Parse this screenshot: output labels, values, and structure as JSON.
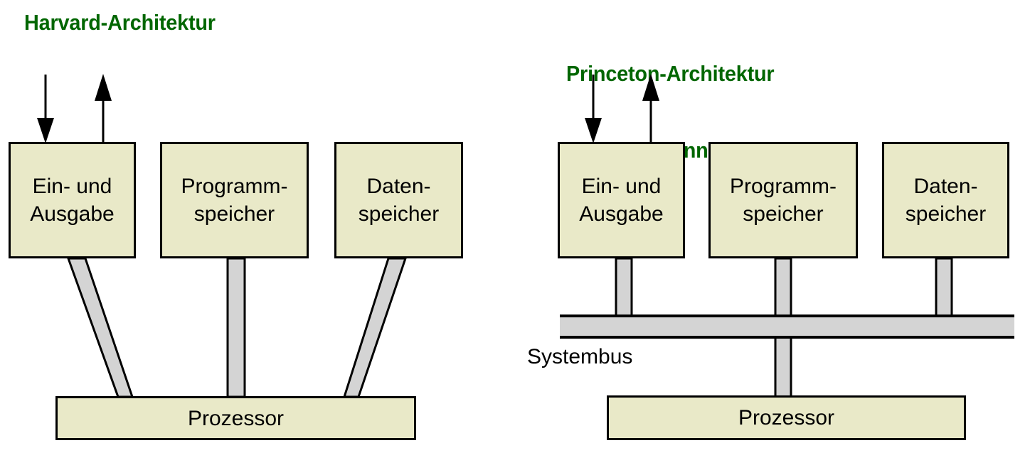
{
  "diagram": {
    "type": "block-diagram",
    "background_color": "#FFFFFF",
    "box_fill_color": "#E9E9C8",
    "box_border_color": "#000000",
    "bus_fill_color": "#D4D4D4",
    "title_color": "#006600",
    "panels": [
      {
        "id": "harvard",
        "title_line1": "Harvard-Architektur",
        "title_line2": "",
        "bus_label": "",
        "blocks": [
          {
            "id": "io",
            "label": "Ein- und\nAusgabe"
          },
          {
            "id": "progmem",
            "label": "Programm-\nspeicher"
          },
          {
            "id": "datamem",
            "label": "Daten-\nspeicher"
          },
          {
            "id": "cpu",
            "label": "Prozessor"
          }
        ],
        "arrows": [
          {
            "id": "input-arrow",
            "direction": "down",
            "target": "io"
          },
          {
            "id": "output-arrow",
            "direction": "up",
            "source": "io"
          }
        ],
        "connections": [
          {
            "from": "io",
            "to": "cpu",
            "style": "dedicated-bus"
          },
          {
            "from": "progmem",
            "to": "cpu",
            "style": "dedicated-bus"
          },
          {
            "from": "datamem",
            "to": "cpu",
            "style": "dedicated-bus"
          }
        ]
      },
      {
        "id": "princeton",
        "title_line1": "Princeton-Architektur",
        "title_line2": "(von-Neumann-Architektur)",
        "bus_label": "Systembus",
        "blocks": [
          {
            "id": "io",
            "label": "Ein- und\nAusgabe"
          },
          {
            "id": "progmem",
            "label": "Programm-\nspeicher"
          },
          {
            "id": "datamem",
            "label": "Daten-\nspeicher"
          },
          {
            "id": "cpu",
            "label": "Prozessor"
          }
        ],
        "arrows": [
          {
            "id": "input-arrow",
            "direction": "down",
            "target": "io"
          },
          {
            "id": "output-arrow",
            "direction": "up",
            "source": "io"
          }
        ],
        "connections": [
          {
            "from": "io",
            "to": "systembus",
            "style": "stub"
          },
          {
            "from": "progmem",
            "to": "systembus",
            "style": "stub"
          },
          {
            "from": "datamem",
            "to": "systembus",
            "style": "stub"
          },
          {
            "from": "cpu",
            "to": "systembus",
            "style": "stub"
          }
        ]
      }
    ]
  }
}
